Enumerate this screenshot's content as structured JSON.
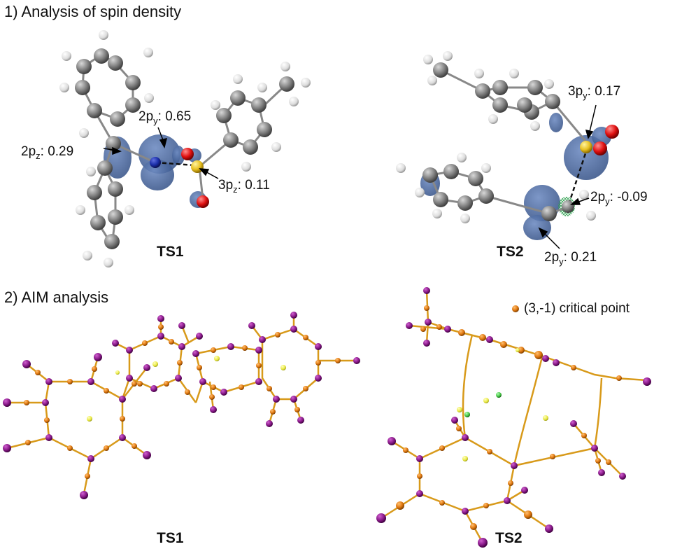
{
  "sections": {
    "spin_density_title": "1) Analysis of spin density",
    "aim_title": "2) AIM analysis"
  },
  "spin_labels": {
    "ts1_2py_pre": "2p",
    "ts1_2py_sub": "y",
    "ts1_2py_val": ": 0.65",
    "ts1_2pz_pre": "2p",
    "ts1_2pz_sub": "z",
    "ts1_2pz_val": ": 0.29",
    "ts1_3pz_pre": "3p",
    "ts1_3pz_sub": "z",
    "ts1_3pz_val": ": 0.11",
    "ts2_3py_pre": "3p",
    "ts2_3py_sub": "y",
    "ts2_3py_val": ": 0.17",
    "ts2_2py_a_pre": "2p",
    "ts2_2py_a_sub": "y",
    "ts2_2py_a_val": ": -0.09",
    "ts2_2py_b_pre": "2p",
    "ts2_2py_b_sub": "y",
    "ts2_2py_b_val": ": 0.21"
  },
  "structure_labels": {
    "ts1_top": "TS1",
    "ts2_top": "TS2",
    "ts1_bottom": "TS1",
    "ts2_bottom": "TS2"
  },
  "legend": {
    "critical_point": "(3,-1) critical point"
  },
  "colors": {
    "carbon": "#7f7f7f",
    "hydrogen": "#e6e6e6",
    "sulfur": "#e8c020",
    "oxygen": "#e01010",
    "nitrogen": "#1a2ea8",
    "spin_positive": "#3f5f9a",
    "spin_negative": "#3cc060",
    "aim_bond": "#e0a020",
    "aim_atom": "#8a1a8a",
    "aim_bcp": "#e07810",
    "aim_rcp": "#e8e840",
    "aim_ccp": "#40c040"
  }
}
